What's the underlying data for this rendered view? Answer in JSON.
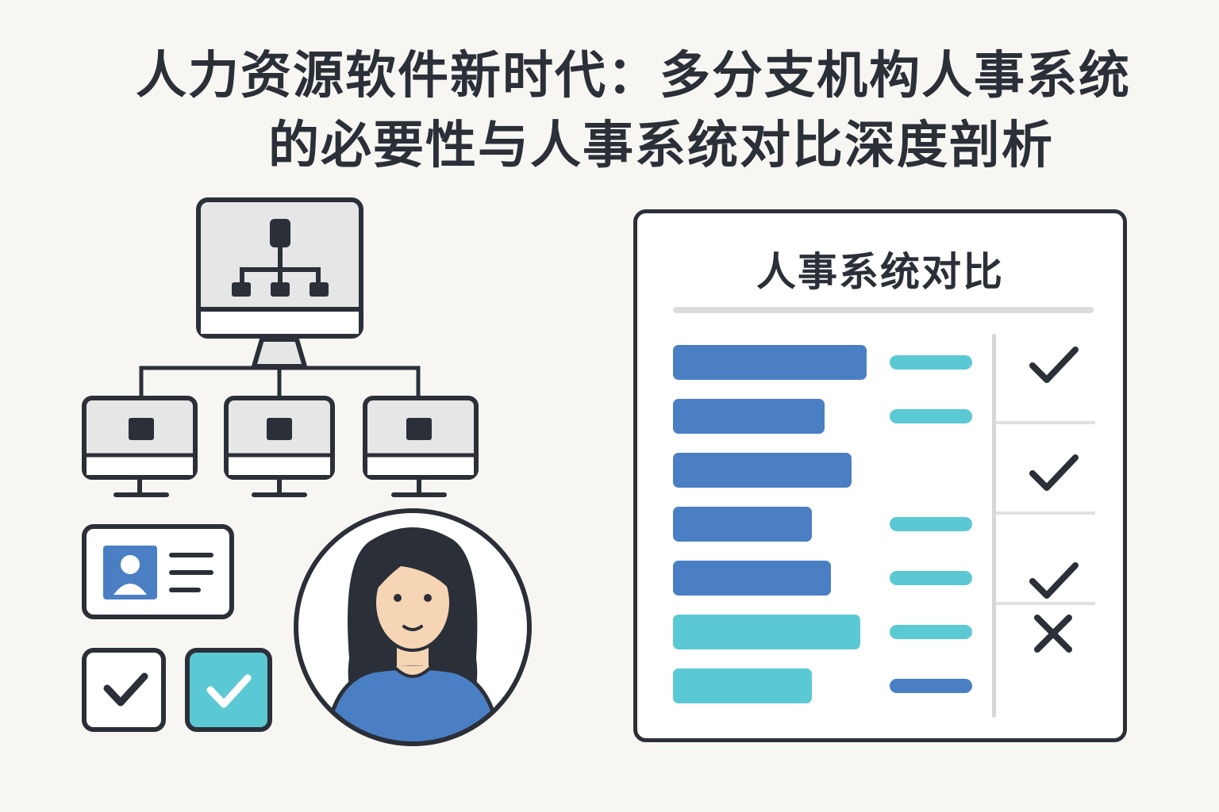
{
  "title": {
    "line1": "人力资源软件新时代：多分支机构人事系统",
    "line2": "的必要性与人事系统对比深度剖析"
  },
  "comparison_panel": {
    "title": "人事系统对比",
    "rows": [
      {
        "primary_level": 0.92,
        "primary_color": "#4a7fc4",
        "secondary_color": "#5bc9d4",
        "result": "check"
      },
      {
        "primary_level": 0.72,
        "primary_color": "#4a7fc4",
        "secondary_color": "#5bc9d4",
        "result": "none"
      },
      {
        "primary_level": 0.85,
        "primary_color": "#4a7fc4",
        "secondary_color": "none",
        "result": "check"
      },
      {
        "primary_level": 0.66,
        "primary_color": "#4a7fc4",
        "secondary_color": "#5bc9d4",
        "result": "none"
      },
      {
        "primary_level": 0.75,
        "primary_color": "#4a7fc4",
        "secondary_color": "#5bc9d4",
        "result": "check"
      },
      {
        "primary_level": 0.89,
        "primary_color": "#5bc9d4",
        "secondary_color": "#5bc9d4",
        "result": "cross"
      },
      {
        "primary_level": 0.66,
        "primary_color": "#5bc9d4",
        "secondary_color": "#4a7fc4",
        "result": "none"
      }
    ]
  },
  "colors": {
    "outline": "#2b2f38",
    "primary_blue": "#4a7fc4",
    "teal": "#5bc9d4",
    "screen_gray": "#e6e6e6",
    "skin": "#f6d5b5",
    "background": "#f7f6f2"
  },
  "icons": [
    "org-chart-icon",
    "branch-computer-icon",
    "id-card-icon",
    "checkbox-checked-icon",
    "employee-avatar-icon",
    "checkmark-icon",
    "cross-icon"
  ]
}
